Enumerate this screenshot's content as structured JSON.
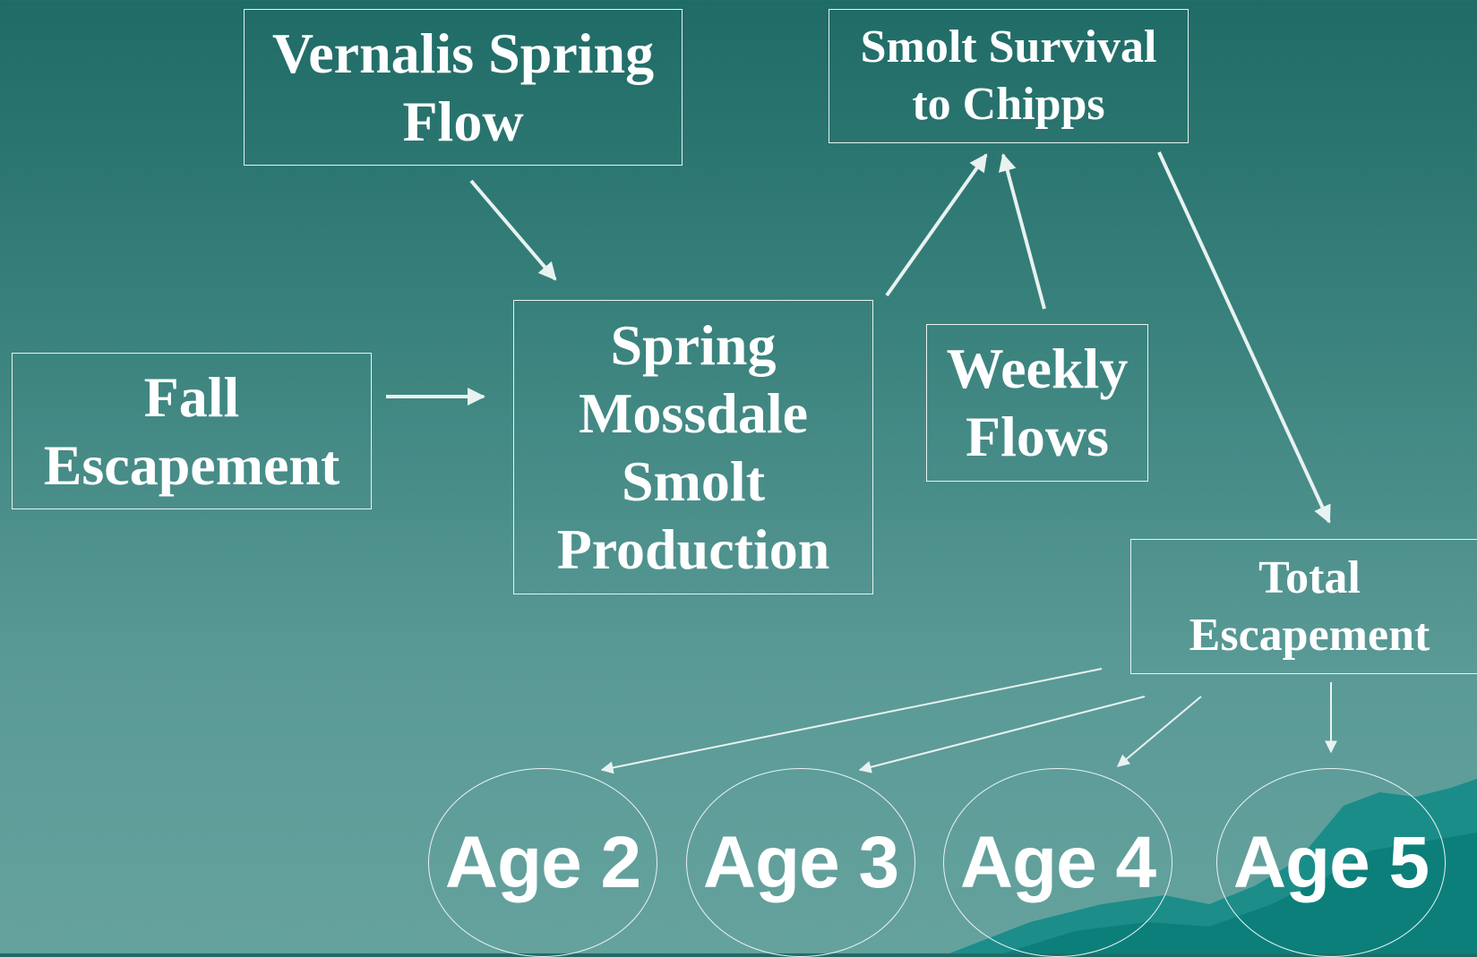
{
  "boxes": {
    "vernalis": [
      "Vernalis Spring",
      "Flow"
    ],
    "smolt_survival": [
      "Smolt Survival",
      "to Chipps"
    ],
    "fall": [
      "Fall",
      "Escapement"
    ],
    "spring": [
      "Spring",
      "Mossdale",
      "Smolt",
      "Production"
    ],
    "weekly": [
      "Weekly",
      "Flows"
    ],
    "total": [
      "Total",
      "Escapement"
    ]
  },
  "ages": [
    "Age 2",
    "Age 3",
    "Age 4",
    "Age 5"
  ],
  "colors": {
    "line": "#e8f2f1",
    "text": "#ffffff",
    "background_top": "#1f6b66",
    "background_bottom": "#65a29e",
    "mountain": "#0f8a86"
  }
}
